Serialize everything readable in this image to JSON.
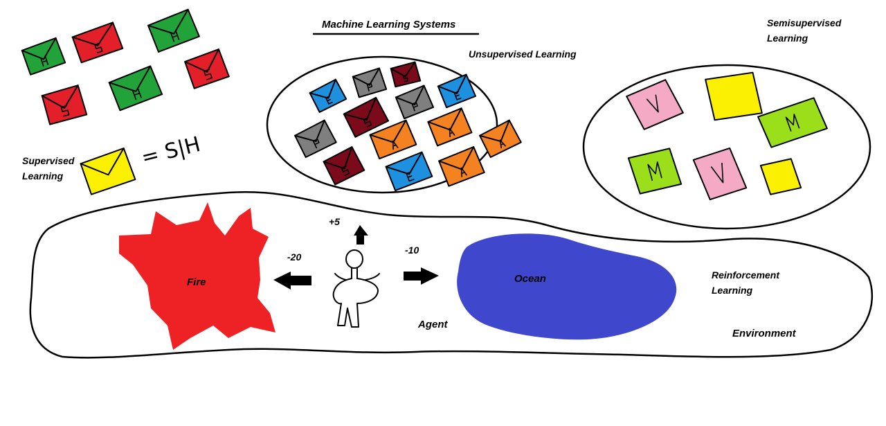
{
  "title": "Machine Learning Systems",
  "labels": {
    "unsupervised": "Unsupervised Learning",
    "semisupervised_line1": "Semisupervised",
    "semisupervised_line2": "Learning",
    "supervised_line1": "Supervised",
    "supervised_line2": "Learning",
    "reinforcement_line1": "Reinforcement",
    "reinforcement_line2": "Learning",
    "environment": "Environment",
    "agent": "Agent",
    "fire": "Fire",
    "ocean": "Ocean",
    "reward_up": "+5",
    "reward_left": "-20",
    "reward_right": "-10",
    "equation": "= S|H"
  },
  "colors": {
    "green": "#22a33a",
    "red": "#e3202a",
    "yellow": "#fbf000",
    "blue": "#1e90e0",
    "gray": "#7f7f7f",
    "maroon": "#7b0a1a",
    "orange": "#f58220",
    "pink": "#f4aac4",
    "lime": "#9bdf1a",
    "fire": "#ee2124",
    "ocean": "#3f48cc"
  },
  "supervised_emails": [
    {
      "color": "green",
      "letter": "H"
    },
    {
      "color": "red",
      "letter": "S"
    },
    {
      "color": "green",
      "letter": "H"
    },
    {
      "color": "red",
      "letter": "S"
    },
    {
      "color": "green",
      "letter": "H"
    },
    {
      "color": "red",
      "letter": "S"
    },
    {
      "color": "yellow",
      "letter": ""
    }
  ],
  "unsupervised_emails": [
    {
      "color": "blue",
      "letter": "E"
    },
    {
      "color": "gray",
      "letter": "P"
    },
    {
      "color": "maroon",
      "letter": "S"
    },
    {
      "color": "blue",
      "letter": "E"
    },
    {
      "color": "gray",
      "letter": "P"
    },
    {
      "color": "maroon",
      "letter": "S"
    },
    {
      "color": "gray",
      "letter": "P"
    },
    {
      "color": "orange",
      "letter": "A"
    },
    {
      "color": "orange",
      "letter": "A"
    },
    {
      "color": "orange",
      "letter": "A"
    },
    {
      "color": "maroon",
      "letter": "S"
    },
    {
      "color": "blue",
      "letter": "E"
    },
    {
      "color": "orange",
      "letter": "A"
    }
  ],
  "semisupervised_cards": [
    {
      "color": "pink",
      "letter": "V"
    },
    {
      "color": "yellow",
      "letter": ""
    },
    {
      "color": "lime",
      "letter": "M"
    },
    {
      "color": "lime",
      "letter": "M"
    },
    {
      "color": "pink",
      "letter": "V"
    },
    {
      "color": "yellow",
      "letter": ""
    }
  ]
}
